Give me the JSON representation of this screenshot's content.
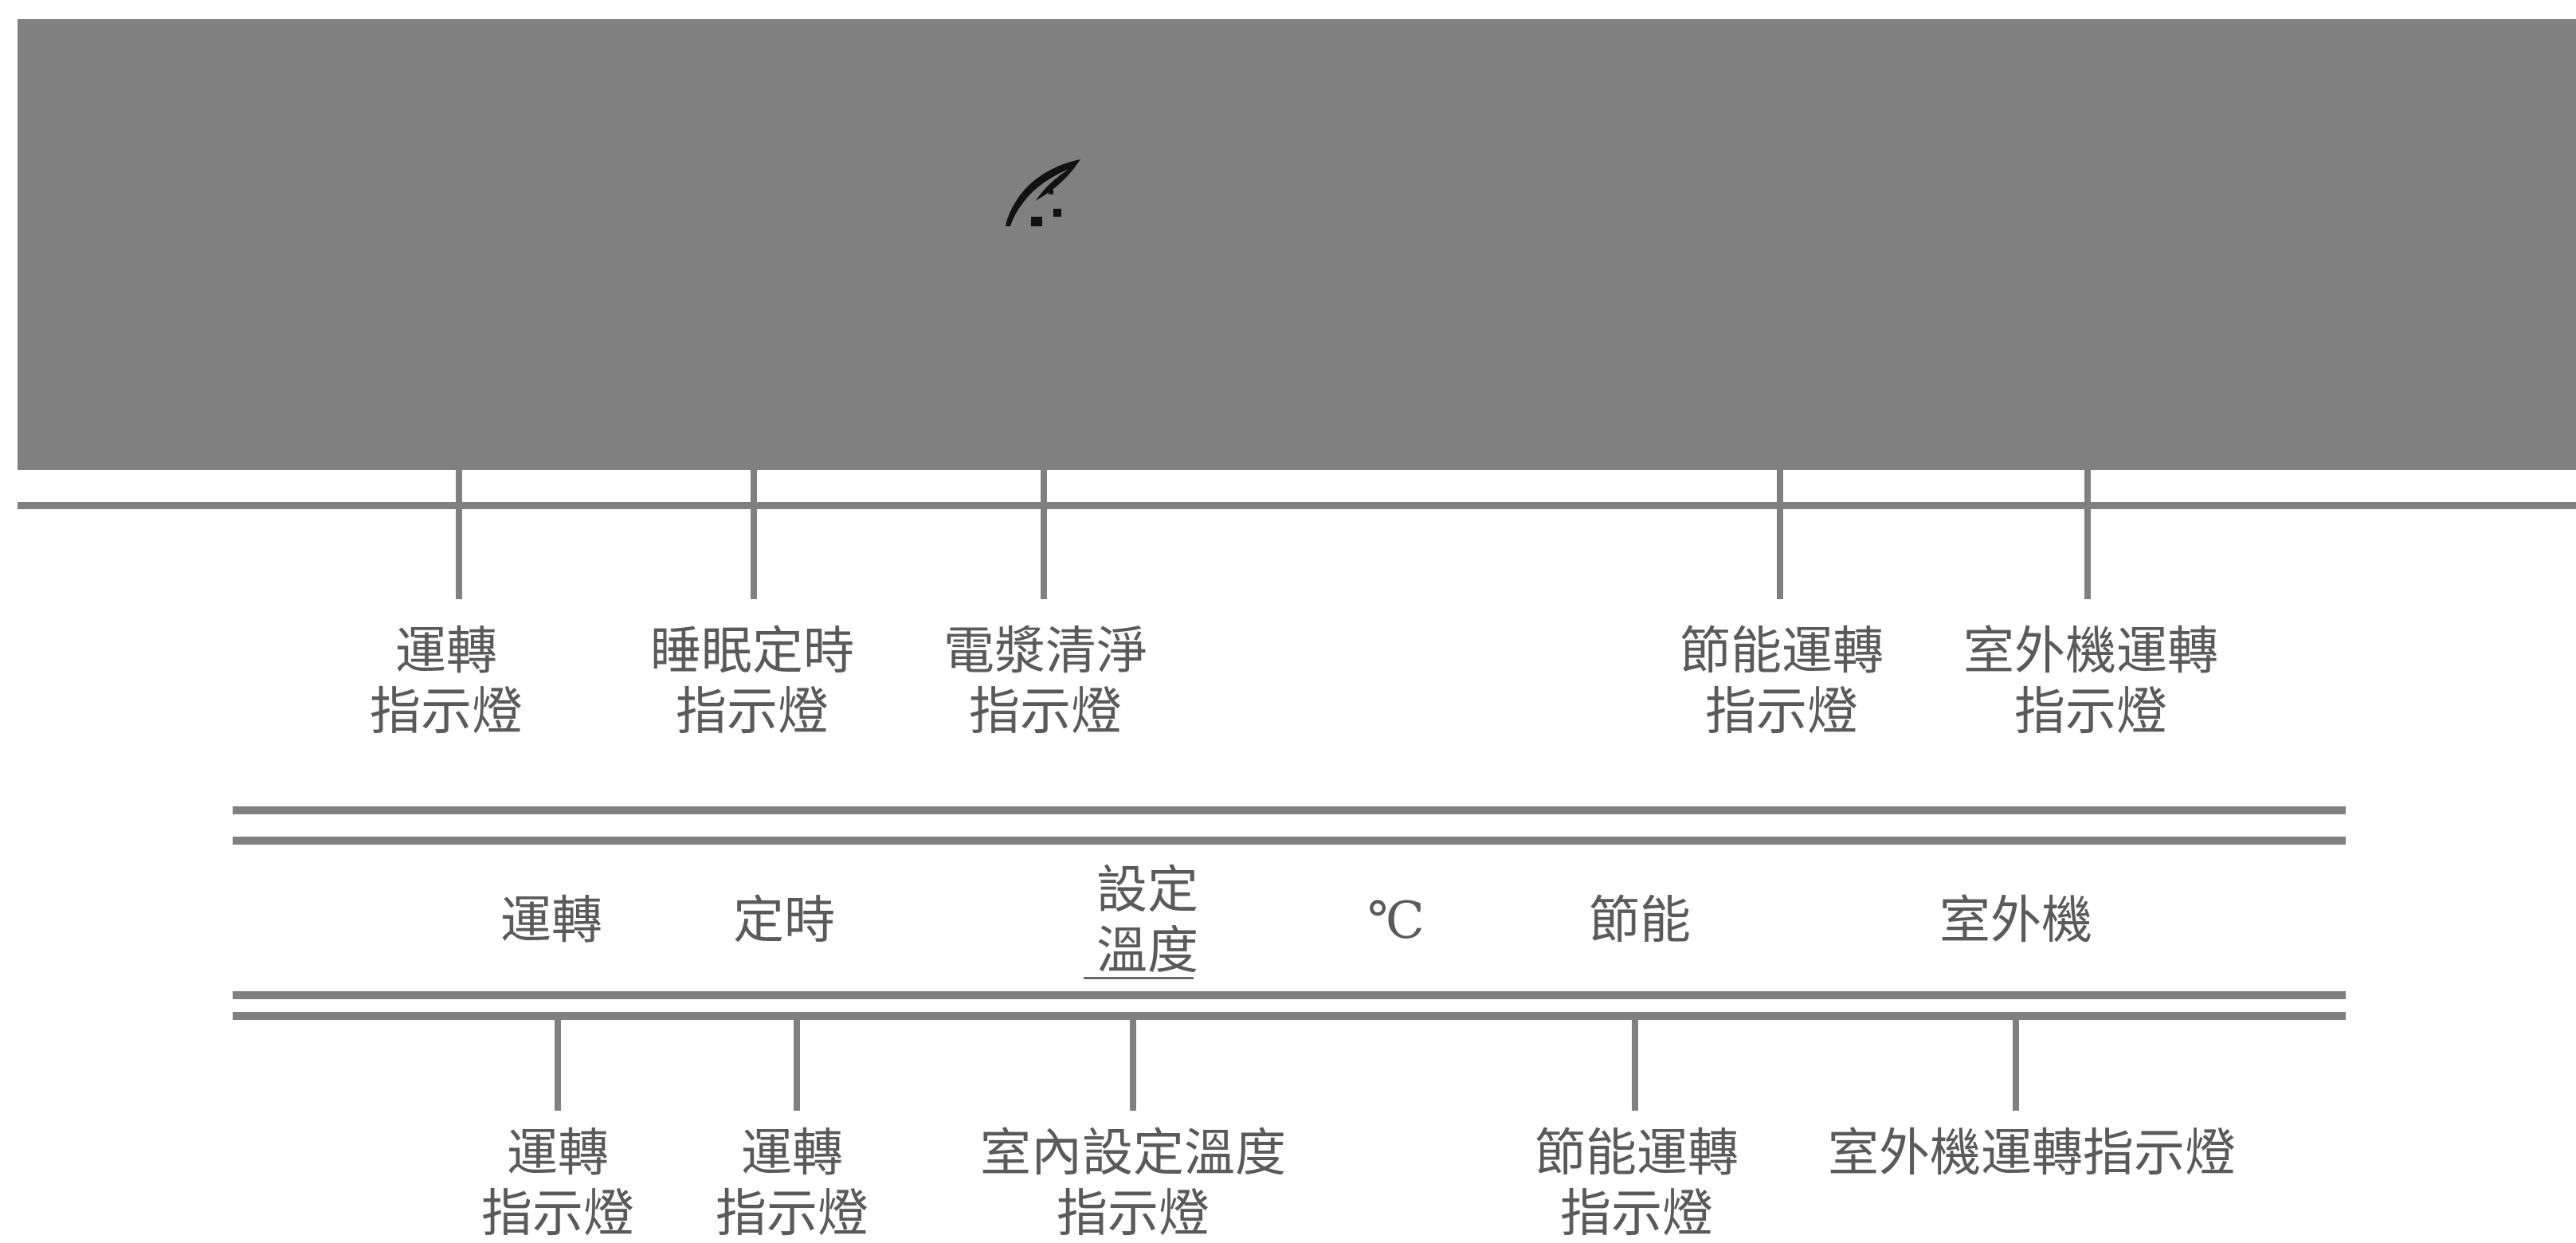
{
  "top_panel": {
    "icon": "leaf-icon",
    "background": "#808080"
  },
  "top_labels": [
    {
      "line1": "運轉",
      "line2": "指示燈"
    },
    {
      "line1": "睡眠定時",
      "line2": "指示燈"
    },
    {
      "line1": "電漿清淨",
      "line2": "指示燈"
    },
    {
      "line1": "節能運轉",
      "line2": "指示燈"
    },
    {
      "line1": "室外機運轉",
      "line2": "指示燈"
    }
  ],
  "panel_labels": {
    "run": "運轉",
    "timer": "定時",
    "set_temp_line1": "設定",
    "set_temp_line2": "溫度",
    "celsius": "℃",
    "eco": "節能",
    "outdoor": "室外機"
  },
  "bottom_labels": [
    {
      "line1": "運轉",
      "line2": "指示燈"
    },
    {
      "line1": "運轉",
      "line2": "指示燈"
    },
    {
      "line1": "室內設定溫度",
      "line2": "指示燈"
    },
    {
      "line1": "節能運轉",
      "line2": "指示燈"
    },
    {
      "line1": "室外機運轉指示燈",
      "line2": ""
    }
  ]
}
